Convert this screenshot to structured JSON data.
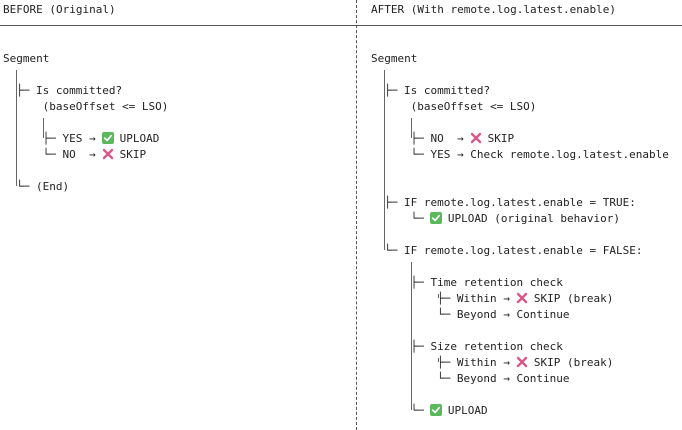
{
  "panels": {
    "before": {
      "header": "BEFORE (Original)",
      "root": "Segment",
      "lines": [
        {
          "text": "├─ Is committed?",
          "col": 1,
          "row": 2
        },
        {
          "text": "(baseOffset <= LSO)",
          "col": 3,
          "row": 3
        },
        {
          "prefix": "├─ YES →",
          "icon": "check-icon",
          "text": "UPLOAD",
          "col": 3,
          "row": 5
        },
        {
          "prefix": "└─ NO  →",
          "icon": "cross-icon",
          "text": "SKIP",
          "col": 3,
          "row": 6
        },
        {
          "text": "└─ (End)",
          "col": 1,
          "row": 8
        }
      ]
    },
    "after": {
      "header": "AFTER (With remote.log.latest.enable)",
      "root": "Segment",
      "lines": [
        {
          "text": "├─ Is committed?",
          "col": 1,
          "row": 2
        },
        {
          "text": "(baseOffset <= LSO)",
          "col": 3,
          "row": 3
        },
        {
          "prefix": "├─ NO  →",
          "icon": "cross-icon",
          "text": "SKIP",
          "col": 3,
          "row": 5
        },
        {
          "text": "└─ YES → Check remote.log.latest.enable",
          "col": 3,
          "row": 6
        },
        {
          "text": "├─ IF remote.log.latest.enable = TRUE:",
          "col": 1,
          "row": 9
        },
        {
          "prefix": "└─",
          "icon": "check-icon",
          "text": "UPLOAD (original behavior)",
          "col": 3,
          "row": 10
        },
        {
          "text": "└─ IF remote.log.latest.enable = FALSE:",
          "col": 1,
          "row": 12
        },
        {
          "text": "├─ Time retention check",
          "col": 3,
          "row": 14
        },
        {
          "prefix": "├─ Within →",
          "icon": "cross-icon",
          "text": "SKIP (break)",
          "col": 5,
          "row": 15
        },
        {
          "text": "└─ Beyond → Continue",
          "col": 5,
          "row": 16
        },
        {
          "text": "├─ Size retention check",
          "col": 3,
          "row": 18
        },
        {
          "prefix": "├─ Within →",
          "icon": "cross-icon",
          "text": "SKIP (break)",
          "col": 5,
          "row": 19
        },
        {
          "text": "└─ Beyond → Continue",
          "col": 5,
          "row": 20
        },
        {
          "prefix": "└─",
          "icon": "check-icon",
          "text": "UPLOAD",
          "col": 3,
          "row": 22
        }
      ]
    }
  },
  "colors": {
    "check": "#5cb85c",
    "cross": "#d9588a",
    "text": "#222222",
    "lines": "#555555"
  }
}
